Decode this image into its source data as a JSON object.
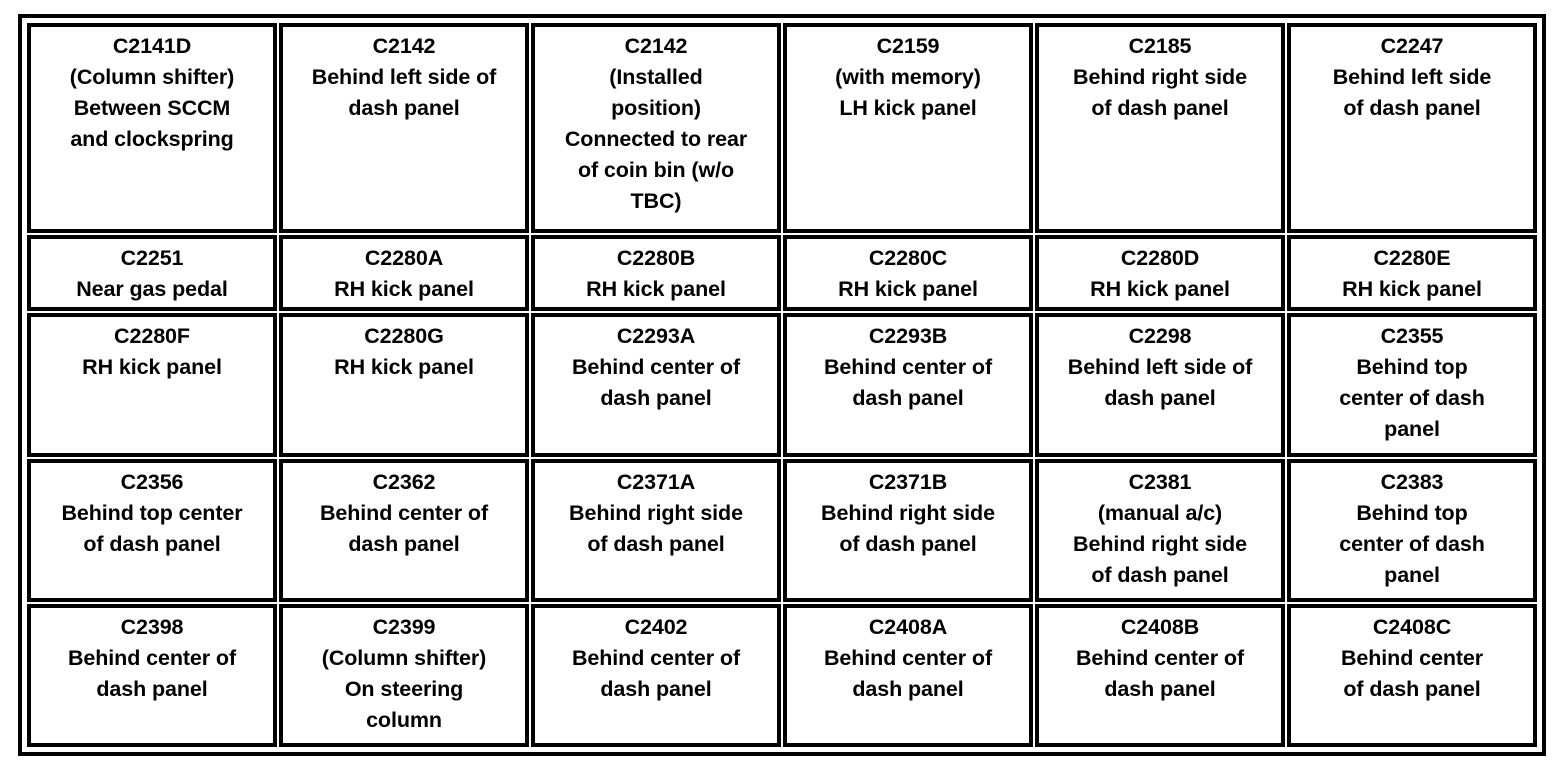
{
  "table": {
    "columns": 6,
    "rows": 5,
    "border_color": "#000000",
    "background_color": "#ffffff",
    "text_color": "#000000",
    "cells": [
      [
        {
          "id": "C2141D",
          "location": "C2141D\n(Column shifter)\nBetween SCCM\nand clockspring"
        },
        {
          "id": "C2142",
          "location": "C2142\nBehind left side of\ndash panel"
        },
        {
          "id": "C2142",
          "location": "C2142\n(Installed\nposition)\nConnected to rear\nof coin bin (w/o\nTBC)"
        },
        {
          "id": "C2159",
          "location": "C2159\n(with memory)\nLH kick panel"
        },
        {
          "id": "C2185",
          "location": "C2185\nBehind right side\nof dash panel"
        },
        {
          "id": "C2247",
          "location": "C2247\nBehind left side\nof dash panel"
        }
      ],
      [
        {
          "id": "C2251",
          "location": "C2251\nNear gas pedal"
        },
        {
          "id": "C2280A",
          "location": "C2280A\nRH kick panel"
        },
        {
          "id": "C2280B",
          "location": "C2280B\nRH kick panel"
        },
        {
          "id": "C2280C",
          "location": "C2280C\nRH kick panel"
        },
        {
          "id": "C2280D",
          "location": "C2280D\nRH kick panel"
        },
        {
          "id": "C2280E",
          "location": "C2280E\nRH kick panel"
        }
      ],
      [
        {
          "id": "C2280F",
          "location": "C2280F\nRH kick panel"
        },
        {
          "id": "C2280G",
          "location": "C2280G\nRH kick panel"
        },
        {
          "id": "C2293A",
          "location": "C2293A\nBehind center of\ndash panel"
        },
        {
          "id": "C2293B",
          "location": "C2293B\nBehind center of\ndash panel"
        },
        {
          "id": "C2298",
          "location": "C2298\nBehind left side of\ndash panel"
        },
        {
          "id": "C2355",
          "location": "C2355\nBehind top\ncenter of dash\npanel"
        }
      ],
      [
        {
          "id": "C2356",
          "location": "C2356\nBehind top center\nof dash panel"
        },
        {
          "id": "C2362",
          "location": "C2362\nBehind center of\ndash panel"
        },
        {
          "id": "C2371A",
          "location": "C2371A\nBehind right side\nof dash panel"
        },
        {
          "id": "C2371B",
          "location": "C2371B\nBehind right side\nof dash panel"
        },
        {
          "id": "C2381",
          "location": "C2381\n(manual a/c)\nBehind right side\nof dash panel"
        },
        {
          "id": "C2383",
          "location": "C2383\nBehind top\ncenter of dash\npanel"
        }
      ],
      [
        {
          "id": "C2398",
          "location": "C2398\nBehind center of\ndash panel"
        },
        {
          "id": "C2399",
          "location": "C2399\n(Column shifter)\nOn steering\ncolumn"
        },
        {
          "id": "C2402",
          "location": "C2402\nBehind center of\ndash panel"
        },
        {
          "id": "C2408A",
          "location": "C2408A\nBehind center of\ndash panel"
        },
        {
          "id": "C2408B",
          "location": "C2408B\nBehind center of\ndash panel"
        },
        {
          "id": "C2408C",
          "location": "C2408C\nBehind center\nof dash panel"
        }
      ]
    ]
  }
}
